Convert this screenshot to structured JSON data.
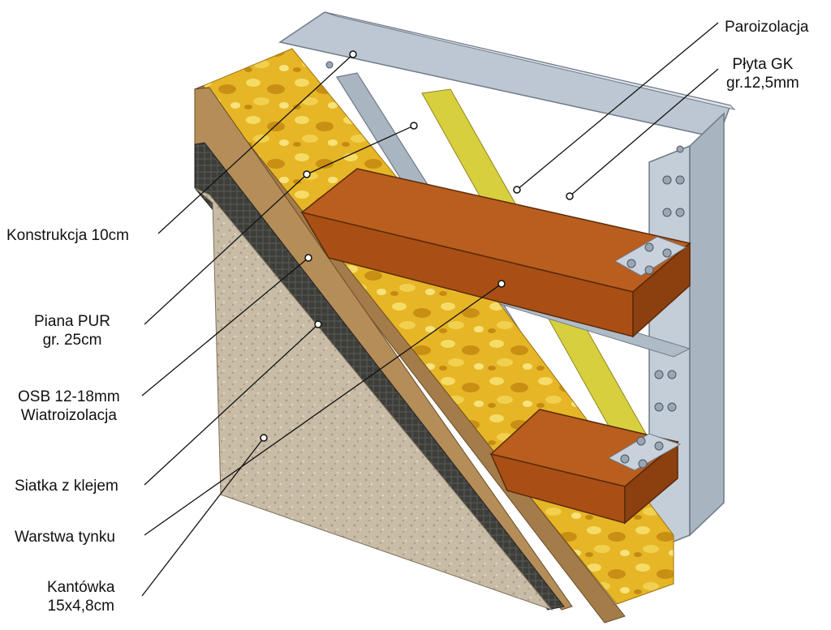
{
  "diagram": {
    "labels": {
      "paroizolacja": "Paroizolacja",
      "plyta_gk_line1": "Płyta GK",
      "plyta_gk_line2": "gr.12,5mm",
      "konstrukcja": "Konstrukcja 10cm",
      "piana_line1": "Piana PUR",
      "piana_line2": "gr. 25cm",
      "osb_line1": "OSB 12-18mm",
      "osb_line2": "Wiatroizolacja",
      "siatka": "Siatka z klejem",
      "tynk": "Warstwa tynku",
      "kantowka_line1": "Kantówka",
      "kantowka_line2": "15x4,8cm"
    },
    "colors": {
      "steel": "#b7c2cf",
      "steel_dark": "#8e99a6",
      "foam": "#e3b321",
      "foam_light": "#f3d85a",
      "osb": "#a47c49",
      "mesh": "#3b3b38",
      "plaster": "#c8bba4",
      "timber": "#b2561a",
      "timber_dark": "#8c400f",
      "vapour_barrier": "#d8cf3e"
    }
  }
}
